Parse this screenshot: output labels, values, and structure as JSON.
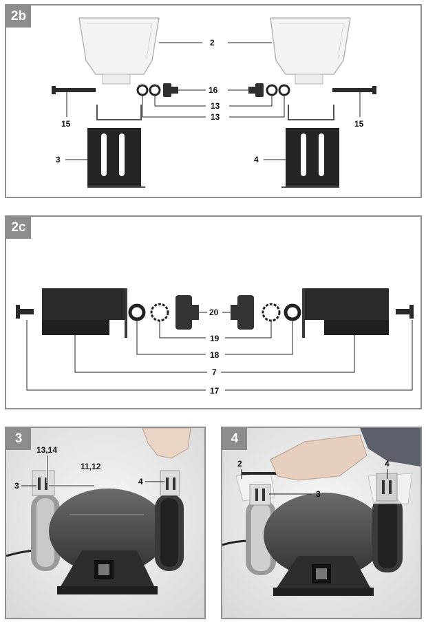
{
  "panels": {
    "p2b": {
      "tag": "2b"
    },
    "p2c": {
      "tag": "2c"
    },
    "p3": {
      "tag": "3"
    },
    "p4": {
      "tag": "4"
    }
  },
  "labels_2b": {
    "l2": "2",
    "l16": "16",
    "l13a": "13",
    "l13b": "13",
    "l15L": "15",
    "l15R": "15",
    "l3": "3",
    "l4": "4"
  },
  "labels_2c": {
    "l20": "20",
    "l19": "19",
    "l18": "18",
    "l7": "7",
    "l17": "17"
  },
  "labels_3": {
    "l1314": "13,14",
    "l1112": "11,12",
    "l3": "3",
    "l4": "4"
  },
  "labels_4": {
    "l2": "2",
    "l3": "3",
    "l4": "4"
  },
  "colors": {
    "frame": "#8f8f8f",
    "tag_bg": "#8c8c8c",
    "part_dark": "#2a2a2a",
    "photo_bg": "#e9e9e9",
    "motor": "#4b4b4b"
  }
}
